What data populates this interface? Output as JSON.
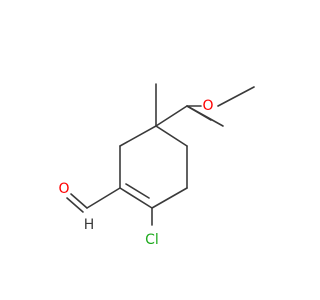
{
  "molecule": {
    "atoms": {
      "oxygen_ether": {
        "symbol": "O"
      },
      "oxygen_aldehyde": {
        "symbol": "O"
      },
      "hydrogen_aldehyde": {
        "symbol": "H"
      },
      "chlorine": {
        "symbol": "Cl"
      }
    },
    "colors": {
      "bond": "#3a3a3a",
      "oxygen": "#ff0000",
      "hydrogen": "#3a3a3a",
      "chlorine": "#1faa1f"
    }
  }
}
